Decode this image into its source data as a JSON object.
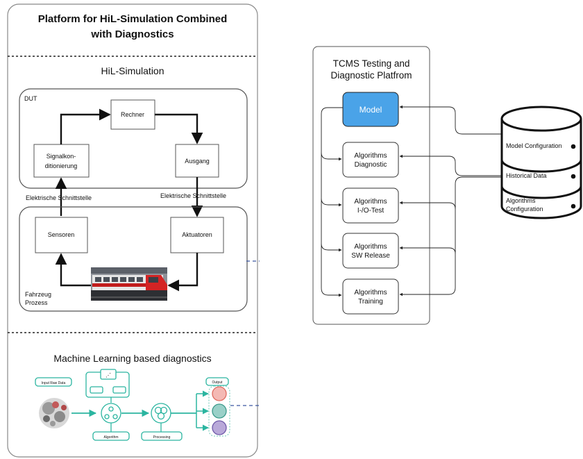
{
  "left_panel": {
    "title_line1": "Platform for HiL-Simulation Combined",
    "title_line2": "with Diagnostics",
    "hil": {
      "title": "HiL-Simulation",
      "dut_label": "DUT",
      "rechner": "Rechner",
      "signal_line1": "Signalkon-",
      "signal_line2": "ditionierung",
      "ausgang": "Ausgang",
      "interface_left": "Elektrische Schnittstelle",
      "interface_right": "Elektrische Schnittstelle",
      "sensoren": "Sensoren",
      "aktuatoren": "Aktuatoren",
      "fahrzeug": "Fahrzeug",
      "prozess": "Prozess"
    },
    "ml": {
      "title": "Machine Learning based diagnostics",
      "input_label": "Input Raw Data",
      "algorithm_label": "Algorithm",
      "processing_label": "Processing",
      "output_label": "Output"
    }
  },
  "tcms": {
    "title_line1": "TCMS Testing and",
    "title_line2": "Diagnostic Platfrom",
    "model": "Model",
    "modules": [
      {
        "line1": "Algorithms",
        "line2": "Diagnostic"
      },
      {
        "line1": "Algorithms",
        "line2": "I-/O-Test"
      },
      {
        "line1": "Algorithms",
        "line2": "SW Release"
      },
      {
        "line1": "Algorithms",
        "line2": "Training"
      }
    ]
  },
  "database": {
    "entries": [
      {
        "line1": "Model Configuration",
        "line2": ""
      },
      {
        "line1": "Historical Data",
        "line2": ""
      },
      {
        "line1": "Algorithms",
        "line2": "Configuration"
      }
    ]
  },
  "colors": {
    "model_fill": "#4aa3e8",
    "ml_teal": "#2bb5a0",
    "link_dashed": "#3a56a0"
  }
}
